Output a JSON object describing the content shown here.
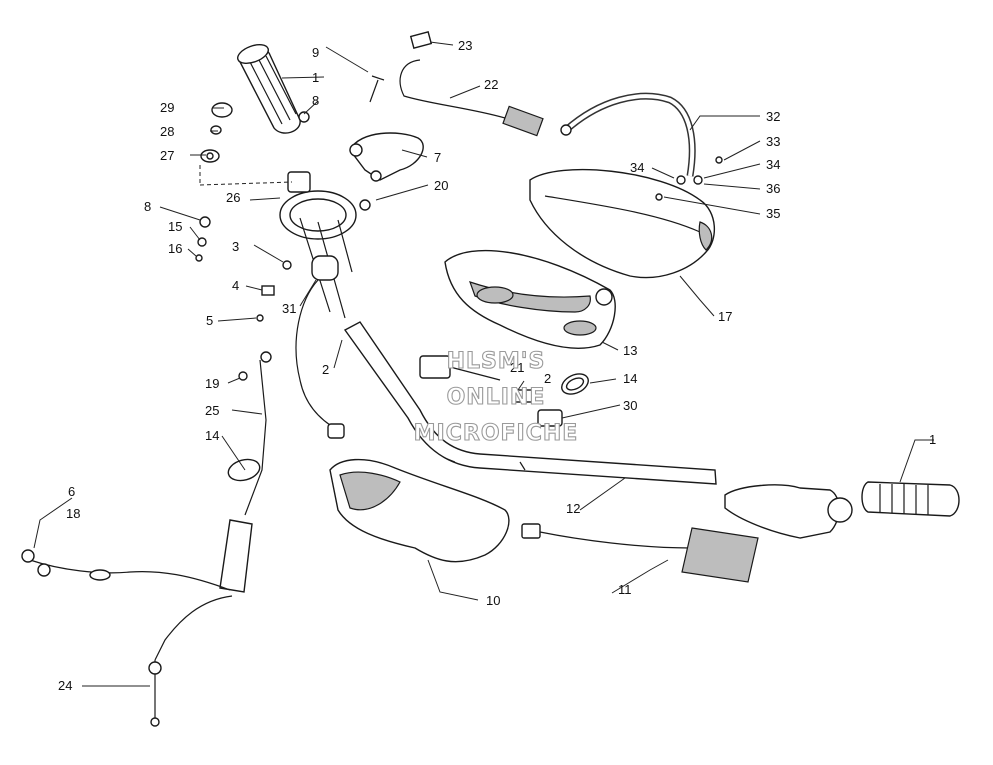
{
  "watermark": {
    "line1": "HLSM'S",
    "line2": "ONLINE",
    "line3": "MICROFICHE"
  },
  "callouts": {
    "c1a": "1",
    "c1b": "1",
    "c2a": "2",
    "c2b": "2",
    "c3": "3",
    "c4": "4",
    "c5": "5",
    "c6": "6",
    "c7": "7",
    "c8a": "8",
    "c8b": "8",
    "c9": "9",
    "c10": "10",
    "c11": "11",
    "c12": "12",
    "c13": "13",
    "c14a": "14",
    "c14b": "14",
    "c15": "15",
    "c16": "16",
    "c17": "17",
    "c18": "18",
    "c19": "19",
    "c20": "20",
    "c21": "21",
    "c22": "22",
    "c23": "23",
    "c24": "24",
    "c25": "25",
    "c26": "26",
    "c27": "27",
    "c28": "28",
    "c29": "29",
    "c30": "30",
    "c31": "31",
    "c32": "32",
    "c33": "33",
    "c34a": "34",
    "c34b": "34",
    "c35": "35",
    "c36": "36"
  }
}
